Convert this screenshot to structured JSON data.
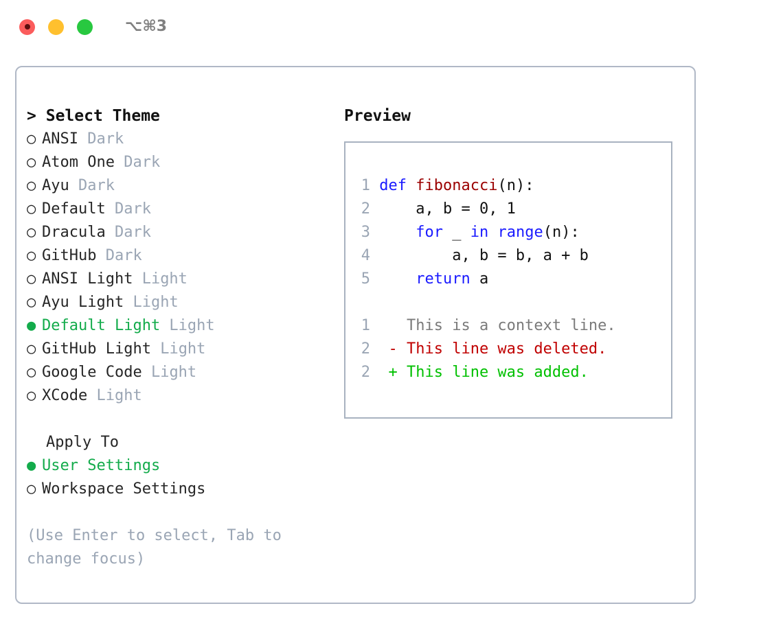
{
  "titlebar": {
    "shortcut": "⌥⌘3",
    "buttons": [
      {
        "name": "close",
        "color": "#fb5c5c"
      },
      {
        "name": "minimize",
        "color": "#ffc02e"
      },
      {
        "name": "maximize",
        "color": "#28c840"
      }
    ]
  },
  "colors": {
    "accent_green": "#13ab4b",
    "muted": "#9aa5b4",
    "text": "#262626",
    "border": "#b0b8c6",
    "keyword_blue": "#1a1aff",
    "function_red": "#9b0000",
    "diff_add": "#00c000",
    "diff_del": "#c00000"
  },
  "theme_panel": {
    "caret": ">",
    "title": "Select Theme",
    "bullet_unselected": "○",
    "bullet_selected": "●",
    "items": [
      {
        "name": "ANSI",
        "category": "Dark",
        "selected": false
      },
      {
        "name": "Atom One",
        "category": "Dark",
        "selected": false
      },
      {
        "name": "Ayu",
        "category": "Dark",
        "selected": false
      },
      {
        "name": "Default",
        "category": "Dark",
        "selected": false
      },
      {
        "name": "Dracula",
        "category": "Dark",
        "selected": false
      },
      {
        "name": "GitHub",
        "category": "Dark",
        "selected": false
      },
      {
        "name": "ANSI Light",
        "category": "Light",
        "selected": false
      },
      {
        "name": "Ayu Light",
        "category": "Light",
        "selected": false
      },
      {
        "name": "Default Light",
        "category": "Light",
        "selected": true
      },
      {
        "name": "GitHub Light",
        "category": "Light",
        "selected": false
      },
      {
        "name": "Google Code",
        "category": "Light",
        "selected": false
      },
      {
        "name": "XCode",
        "category": "Light",
        "selected": false
      }
    ]
  },
  "apply_to": {
    "title": "Apply To",
    "options": [
      {
        "label": "User Settings",
        "selected": true
      },
      {
        "label": "Workspace Settings",
        "selected": false
      }
    ]
  },
  "hint": {
    "line1": "(Use Enter to select, Tab to",
    "line2": "change focus)"
  },
  "preview": {
    "title": "Preview",
    "code_lines": [
      {
        "num": "1",
        "tokens": [
          {
            "t": "def ",
            "c": "kw"
          },
          {
            "t": "fibonacci",
            "c": "fn"
          },
          {
            "t": "(n):",
            "c": "plain"
          }
        ]
      },
      {
        "num": "2",
        "tokens": [
          {
            "t": "    a, b = 0, 1",
            "c": "plain"
          }
        ]
      },
      {
        "num": "3",
        "tokens": [
          {
            "t": "    ",
            "c": "plain"
          },
          {
            "t": "for",
            "c": "kw"
          },
          {
            "t": " _ ",
            "c": "plain"
          },
          {
            "t": "in",
            "c": "kw"
          },
          {
            "t": " ",
            "c": "plain"
          },
          {
            "t": "range",
            "c": "kw"
          },
          {
            "t": "(n):",
            "c": "plain"
          }
        ]
      },
      {
        "num": "4",
        "tokens": [
          {
            "t": "        a, b = b, a + b",
            "c": "plain"
          }
        ]
      },
      {
        "num": "5",
        "tokens": [
          {
            "t": "    ",
            "c": "plain"
          },
          {
            "t": "return",
            "c": "kw"
          },
          {
            "t": " a",
            "c": "plain"
          }
        ]
      }
    ],
    "diff_lines": [
      {
        "num": "1",
        "marker": "  ",
        "text": "This is a context line.",
        "kind": "ctx"
      },
      {
        "num": "2",
        "marker": "- ",
        "text": "This line was deleted.",
        "kind": "del"
      },
      {
        "num": "2",
        "marker": "+ ",
        "text": "This line was added.",
        "kind": "add"
      }
    ]
  }
}
